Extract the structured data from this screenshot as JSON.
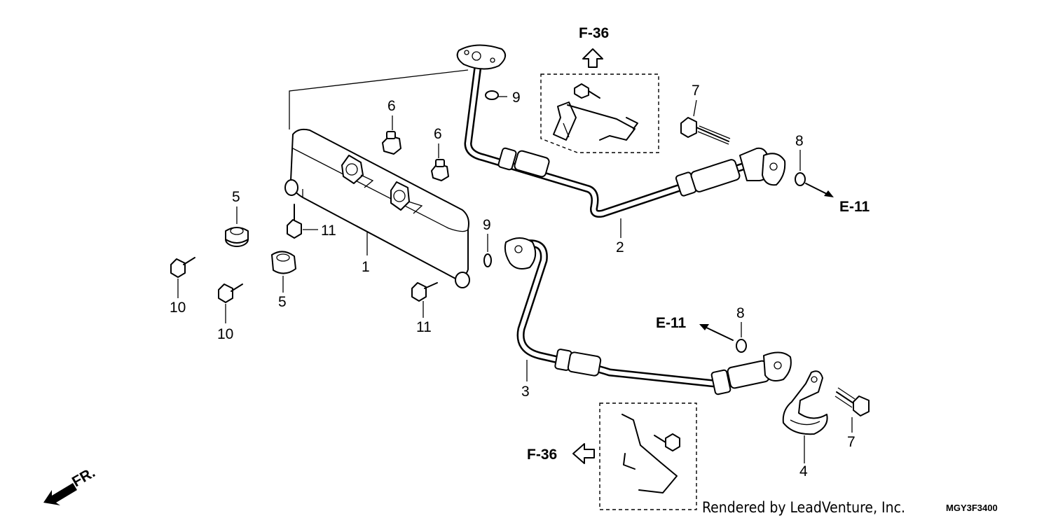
{
  "callouts": {
    "c1": "1",
    "c2": "2",
    "c3": "3",
    "c4": "4",
    "c5a": "5",
    "c5b": "5",
    "c6a": "6",
    "c6b": "6",
    "c7a": "7",
    "c7b": "7",
    "c8a": "8",
    "c8b": "8",
    "c9a": "9",
    "c9b": "9",
    "c10a": "10",
    "c10b": "10",
    "c11a": "11",
    "c11b": "11"
  },
  "refs": {
    "f36_top": "F-36",
    "f36_bottom": "F-36",
    "e11_right": "E-11",
    "e11_mid": "E-11"
  },
  "front_label": "FR.",
  "credit": "Rendered by LeadVenture, Inc.",
  "diagram_code": "MGY3F3400"
}
